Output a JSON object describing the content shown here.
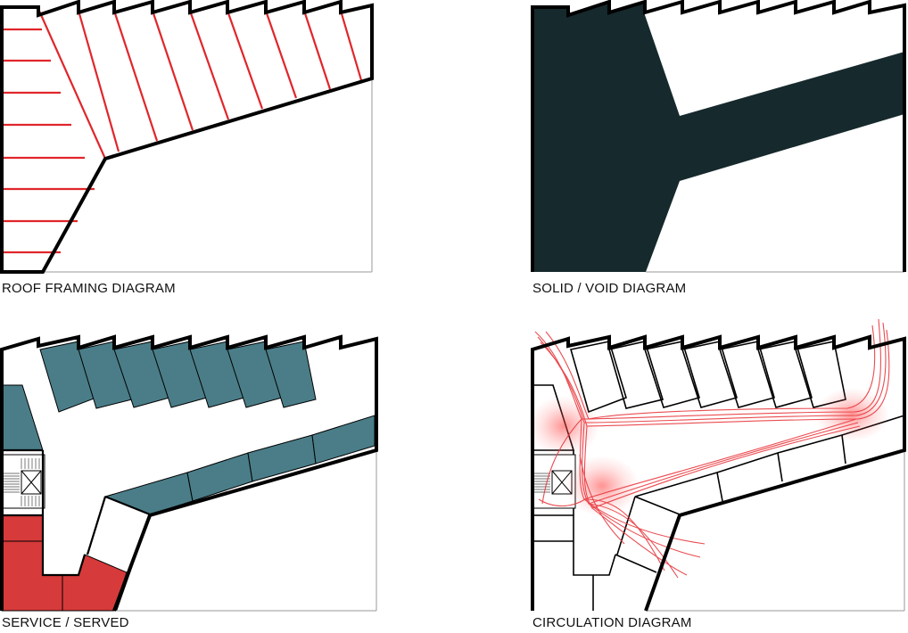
{
  "diagrams": {
    "roof_framing": {
      "label": "ROOF FRAMING DIAGRAM"
    },
    "solid_void": {
      "label": "SOLID / VOID DIAGRAM"
    },
    "service_served": {
      "label": "SERVICE / SERVED"
    },
    "circulation": {
      "label": "CIRCULATION DIAGRAM"
    }
  },
  "colors": {
    "outline": "#000000",
    "framing_red": "#e0262b",
    "solid_dark": "#16292c",
    "served_teal": "#4a7d88",
    "service_red": "#d63a3a",
    "circulation_red": "#e8393f",
    "thin_line": "#999999"
  }
}
